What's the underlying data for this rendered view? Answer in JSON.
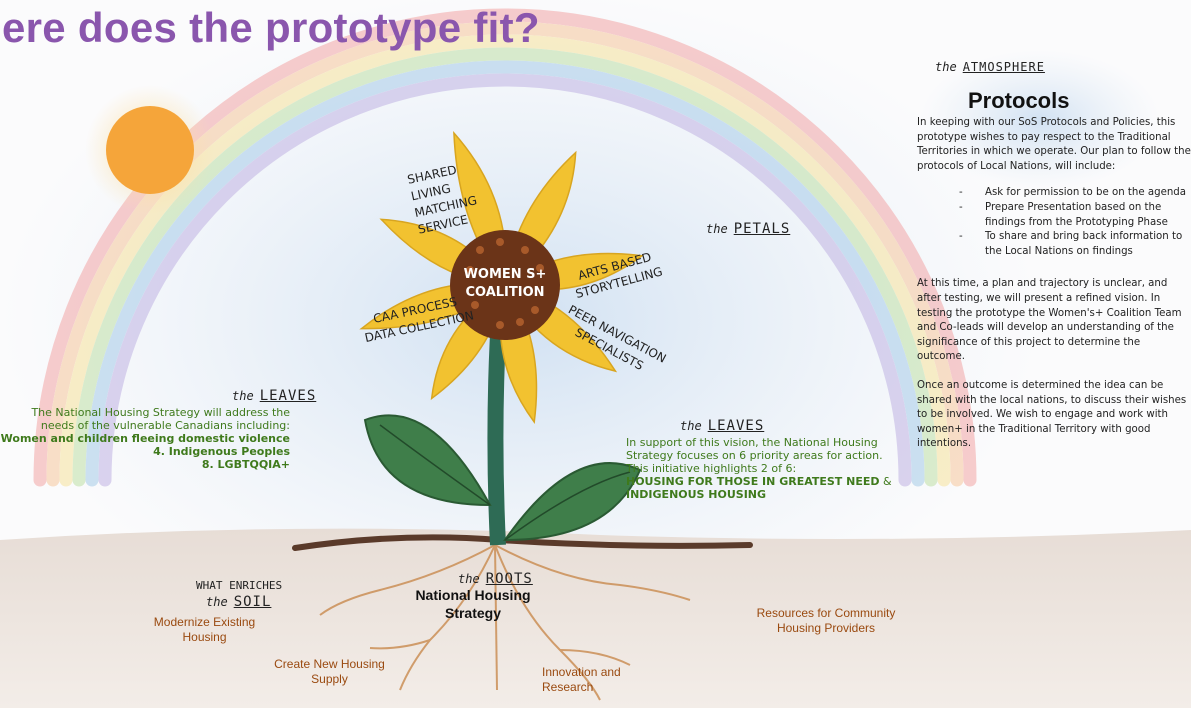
{
  "title": "ere does the prototype fit?",
  "atmosphere": {
    "the": "the",
    "heading": "ATMOSPHERE",
    "title": "Protocols",
    "intro": "In keeping with our SoS Protocols and Policies, this prototype wishes to pay respect to the Traditional Territories in which we operate. Our plan to follow the protocols of Local Nations, will include:",
    "items": [
      "Ask for permission to be on the agenda",
      "Prepare Presentation based on the findings from the Prototyping Phase",
      "To share and bring back information to the Local Nations on findings"
    ],
    "para2": "At this time, a plan and trajectory is unclear, and after testing, we will present a refined vision. In testing the prototype the Women's+ Coalition Team and Co-leads will develop an understanding of the significance of this project to determine the outcome.",
    "para3": "Once an outcome is determined the idea can be shared with the local nations, to discuss their wishes to be involved. We wish to engage and work with women+ in the Traditional Territory with good intentions."
  },
  "petals": {
    "the": "the",
    "heading": "PETALS",
    "center": [
      "WOMEN S+",
      "COALITION"
    ],
    "top": [
      "SHARED",
      "LIVING",
      "MATCHING",
      "SERVICE"
    ],
    "right_top": [
      "ARTS BASED",
      "STORYTELLING"
    ],
    "right_bottom": [
      "PEER NAVIGATION",
      "SPECIALISTS"
    ],
    "left": [
      "CAA PROCESS",
      "DATA COLLECTION"
    ]
  },
  "leaves_left": {
    "the": "the",
    "heading": "LEAVES",
    "text": "The National Housing Strategy will address the needs of the vulnerable Canadians including:",
    "bold1": "Women and children fleeing domestic violence",
    "bold2": "4. Indigenous Peoples",
    "bold3": "8. LGBTQQIA+"
  },
  "leaves_right": {
    "the": "the",
    "heading": "LEAVES",
    "text": "In support of this vision, the National Housing Strategy focuses on 6 priority areas for action. This initiative highlights 2 of 6:",
    "bold1": "HOUSING FOR THOSE IN GREATEST NEED",
    "amp": " & ",
    "bold2": "INDIGENOUS HOUSING"
  },
  "roots": {
    "the": "the",
    "heading": "ROOTS",
    "title_line1": "National Housing",
    "title_line2": "Strategy"
  },
  "soil": {
    "what": "WHAT ENRICHES",
    "the": "the",
    "heading": "SOIL",
    "items": [
      "Modernize Existing Housing",
      "Create New Housing Supply",
      "Innovation and Research",
      "Resources for Community Housing Providers"
    ]
  },
  "colors": {
    "title": "#8a56ad",
    "green_text": "#3f7a1c",
    "soil_text": "#9a4a10",
    "petal": "#f2c230",
    "leaf": "#3f7e4a",
    "sun": "#f5a53a"
  }
}
